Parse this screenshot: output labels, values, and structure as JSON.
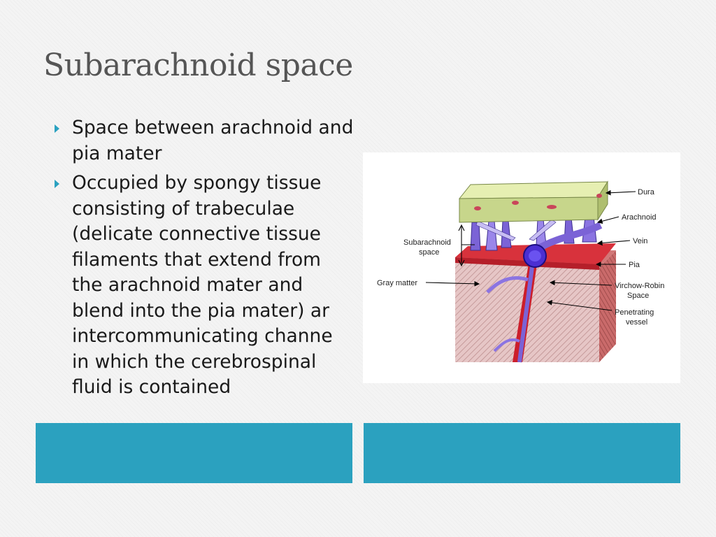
{
  "slide": {
    "title": "Subarachnoid space",
    "bullets": [
      "Space between arachnoid and\npia mater",
      "Occupied by spongy tissue\nconsisting of trabeculae\n(delicate connective tissue\nfilaments that extend from\nthe arachnoid mater and\nblend into the pia mater) ar\nintercommunicating channe\nin which the cerebrospinal\nfluid is contained"
    ]
  },
  "figure": {
    "labels": {
      "dura": "Dura",
      "arachnoid": "Arachnoid",
      "vein": "Vein",
      "pia": "Pia",
      "virchow_line1": "Virchow-Robin",
      "virchow_line2": "Space",
      "penetrating_line1": "Penetrating",
      "penetrating_line2": "vessel",
      "subarachnoid_line1": "Subarachnoid",
      "subarachnoid_line2": "space",
      "gray_matter": "Gray matter"
    }
  },
  "colors": {
    "accent": "#2ba1bf",
    "title": "#555555",
    "body_text": "#1a1a1a"
  }
}
